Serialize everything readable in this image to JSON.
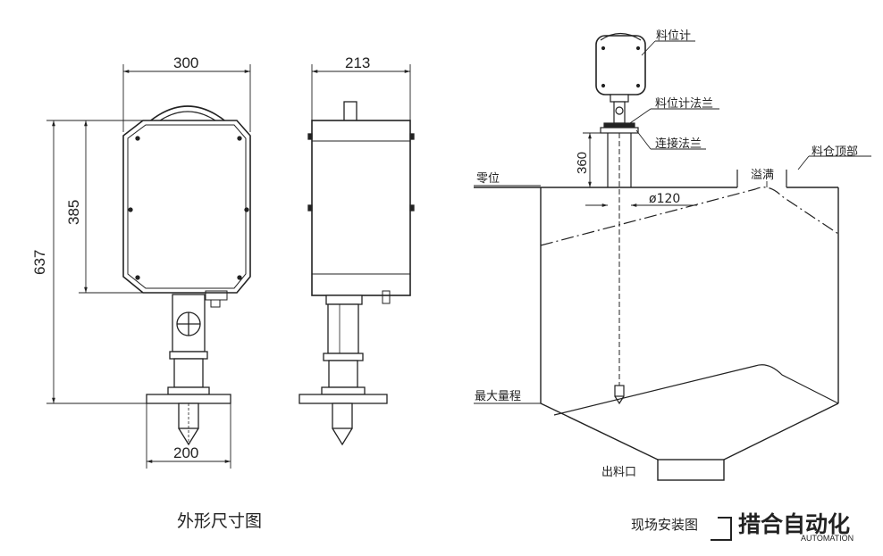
{
  "outline": {
    "dim_width_front": "300",
    "dim_width_side": "213",
    "dim_height_total": "637",
    "dim_height_body": "385",
    "dim_flange": "200",
    "caption": "外形尺寸图"
  },
  "install": {
    "label_gauge": "料位计",
    "label_gauge_flange": "料位计法兰",
    "label_connect_flange": "连接法兰",
    "label_silo_top": "料仓顶部",
    "label_overflow": "溢满",
    "label_zero": "零位",
    "label_max_range": "最大量程",
    "label_outlet": "出料口",
    "dim_height_360": "360",
    "dim_diameter": "ø120",
    "caption": "现场安装图"
  },
  "logo": {
    "cn": "措合自动化",
    "en": "AUTOMATION"
  }
}
